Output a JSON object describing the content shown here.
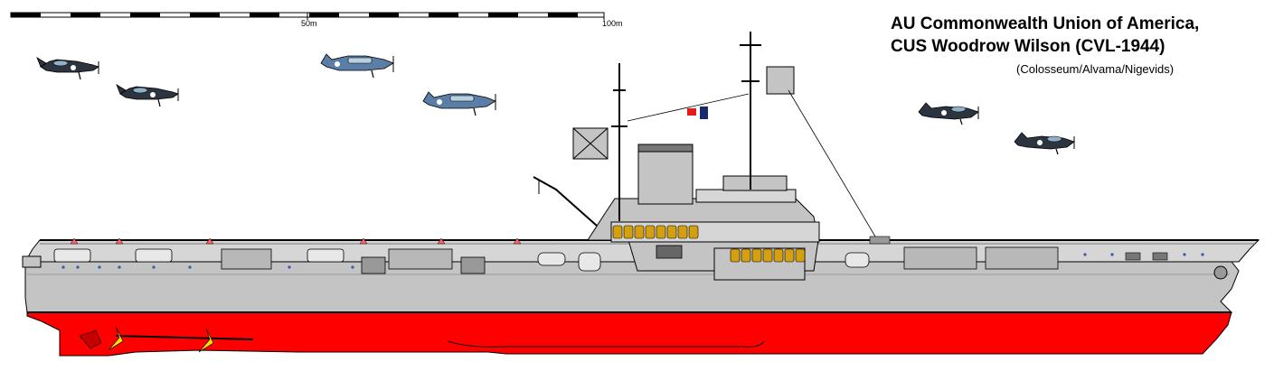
{
  "title": {
    "line1": "AU Commonwealth Union of America,",
    "line2": "CUS Woodrow Wilson (CVL-1944)"
  },
  "credit": "(Colosseum/Alvama/Nigevids)",
  "scale_bar": {
    "label_mid": "50m",
    "label_end": "100m"
  },
  "colors": {
    "hull": "#c4c4c4",
    "hull_light": "#d6d6d6",
    "antifouling": "#ff0000",
    "outline": "#000000",
    "propeller": "#f6e400",
    "plane_blue": "#5a7ea6",
    "plane_dark": "#2c3440",
    "boat_yellow": "#d4a010",
    "flag_canada": "#e21b1b",
    "flag_navy": "#1a2a6c"
  },
  "aircraft": [
    {
      "name": "plane-dark-1"
    },
    {
      "name": "plane-dark-2"
    },
    {
      "name": "plane-blue-1"
    },
    {
      "name": "plane-blue-2"
    },
    {
      "name": "plane-dark-3"
    },
    {
      "name": "plane-dark-4"
    }
  ]
}
